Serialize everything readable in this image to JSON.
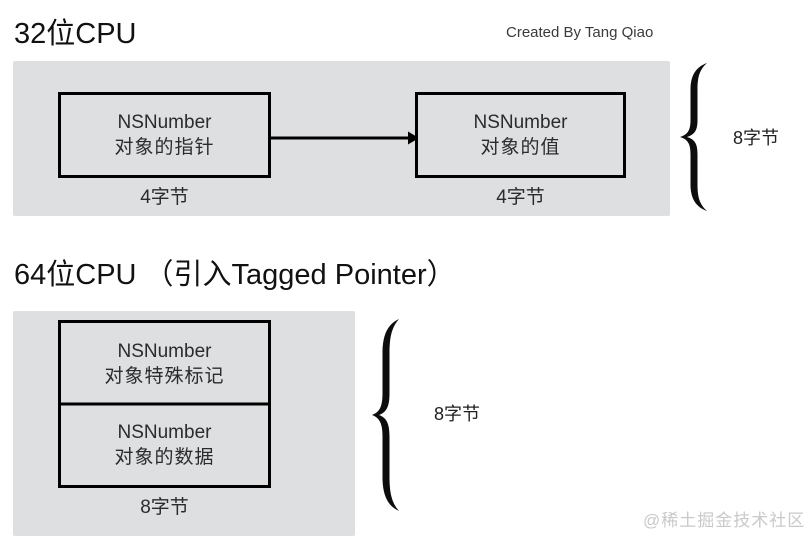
{
  "credit": "Created By Tang Qiao",
  "watermark": "@稀土掘金技术社区",
  "colors": {
    "panel_gray": "#dedfe1",
    "box_border": "#000000",
    "text": "#2b2b2b",
    "watermark": "#c9c9c9",
    "background": "#ffffff"
  },
  "sections": [
    {
      "id": "cpu32",
      "title": "32位CPU",
      "boxes": [
        {
          "id": "pointer",
          "line1": "NSNumber",
          "line2": "对象的指针",
          "caption": "4字节"
        },
        {
          "id": "value",
          "line1": "NSNumber",
          "line2": "对象的值",
          "caption": "4字节"
        }
      ],
      "arrow": {
        "from": "pointer",
        "to": "value",
        "label": ""
      },
      "brace_label": "8字节"
    },
    {
      "id": "cpu64",
      "title": "64位CPU （引入Tagged Pointer）",
      "boxes": [
        {
          "id": "tagged",
          "halves": [
            {
              "line1": "NSNumber",
              "line2": "对象特殊标记"
            },
            {
              "line1": "NSNumber",
              "line2": "对象的数据"
            }
          ],
          "caption": "8字节"
        }
      ],
      "brace_label": "8字节"
    }
  ]
}
